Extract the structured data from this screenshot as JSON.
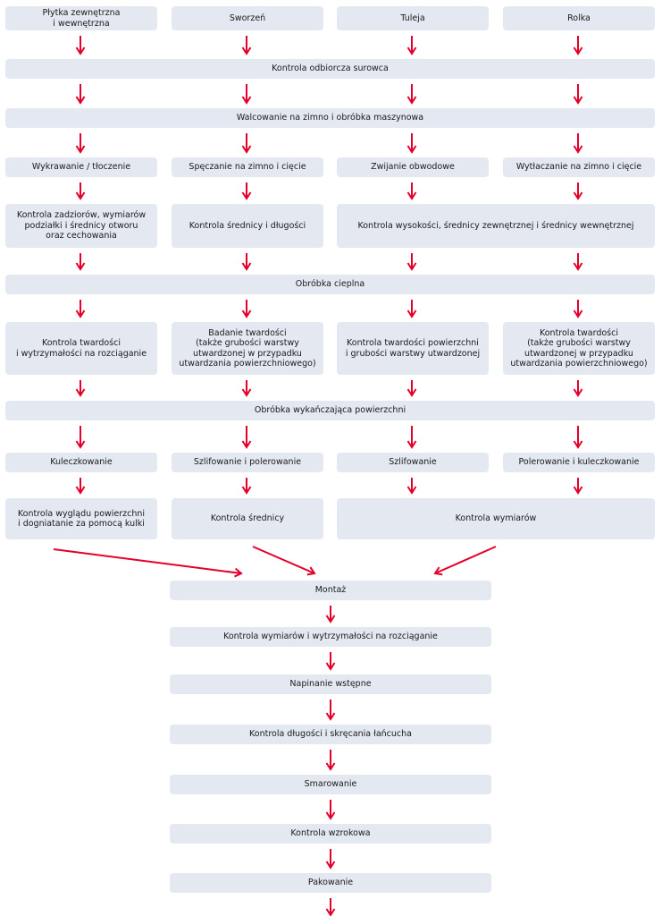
{
  "columns": {
    "c1": "Płytka zewnętrzna\ni wewnętrzna",
    "c2": "Sworzeń",
    "c3": "Tuleja",
    "c4": "Rolka"
  },
  "steps": {
    "kontrola_odbiorcza": "Kontrola odbiorcza surowca",
    "walcowanie": "Walcowanie na zimno i obróbka maszynowa",
    "c1_obrobka": "Wykrawanie / tłoczenie",
    "c2_obrobka": "Spęczanie na zimno i cięcie",
    "c3_obrobka": "Zwijanie obwodowe",
    "c4_obrobka": "Wytłaczanie na zimno i cięcie",
    "c1_kontrola": "Kontrola zadziorów, wymiarów\npodziałki i średnicy otworu\noraz cechowania",
    "c2_kontrola": "Kontrola średnicy i długości",
    "c34_kontrola": "Kontrola wysokości, średnicy zewnętrznej i średnicy wewnętrznej",
    "obrobka_cieplna": "Obróbka cieplna",
    "c1_twardosc": "Kontrola twardości\ni wytrzymałości na rozciąganie",
    "c2_twardosc": "Badanie twardości\n(także grubości warstwy\nutwardzonej w przypadku\nutwardzania powierzchniowego)",
    "c3_twardosc": "Kontrola twardości powierzchni\ni grubości warstwy utwardzonej",
    "c4_twardosc": "Kontrola twardości\n(także grubości warstwy\nutwardzonej w przypadku\nutwardzania powierzchniowego)",
    "wykanczajaca": "Obróbka wykańczająca powierzchni",
    "c1_wykoncz": "Kuleczkowanie",
    "c2_wykoncz": "Szlifowanie i polerowanie",
    "c3_wykoncz": "Szlifowanie",
    "c4_wykoncz": "Polerowanie i kuleczkowanie",
    "c1_kontrola2": "Kontrola wyglądu powierzchni\ni dogniatanie za pomocą kulki",
    "c2_kontrola2": "Kontrola średnicy",
    "c34_kontrola2": "Kontrola wymiarów",
    "montaz": "Montaż",
    "kontrola_wytrzymalosci": "Kontrola wymiarów i wytrzymałości na rozciąganie",
    "napinanie": "Napinanie wstępne",
    "kontrola_dlugosci": "Kontrola długości i skręcania łańcucha",
    "smarowanie": "Smarowanie",
    "kontrola_wzrokowa": "Kontrola wzrokowa",
    "pakowanie": "Pakowanie"
  },
  "colors": {
    "box": "#e4e8f1",
    "arrow": "#e4002b"
  }
}
